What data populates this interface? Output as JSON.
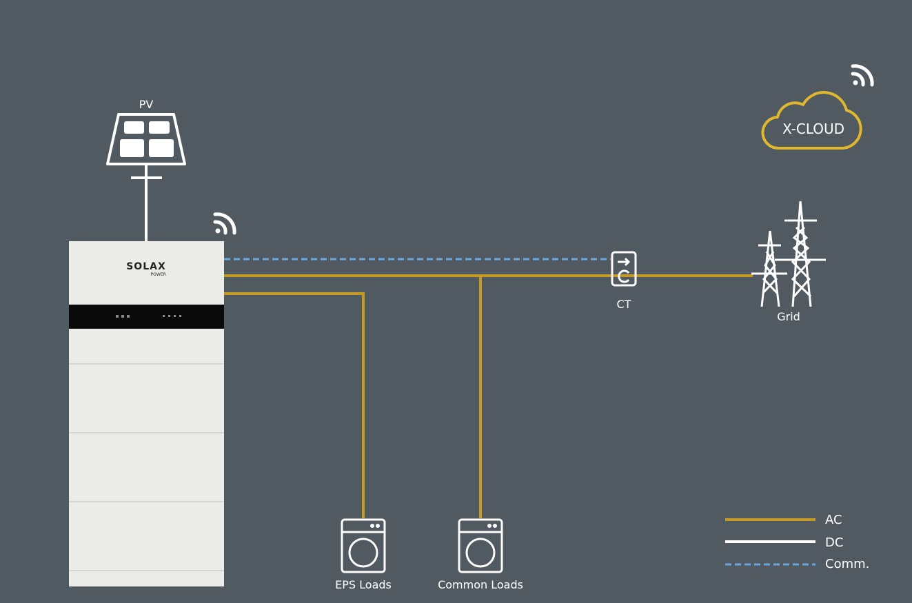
{
  "labels": {
    "pv": "PV",
    "ct": "CT",
    "grid": "Grid",
    "eps_loads": "EPS Loads",
    "common_loads": "Common Loads",
    "cloud": "X-CLOUD",
    "brand": "SOLAX",
    "brand_sub": "POWER"
  },
  "legend": [
    {
      "label": "AC",
      "color": "#c49a22",
      "style": "solid"
    },
    {
      "label": "DC",
      "color": "#ffffff",
      "style": "solid"
    },
    {
      "label": "Comm.",
      "color": "#6aa6dc",
      "style": "dashed"
    }
  ],
  "colors": {
    "background": "#525a61",
    "ac": "#c49a22",
    "dc": "#ffffff",
    "comm": "#6aa6dc",
    "cloud": "#e0b830"
  }
}
